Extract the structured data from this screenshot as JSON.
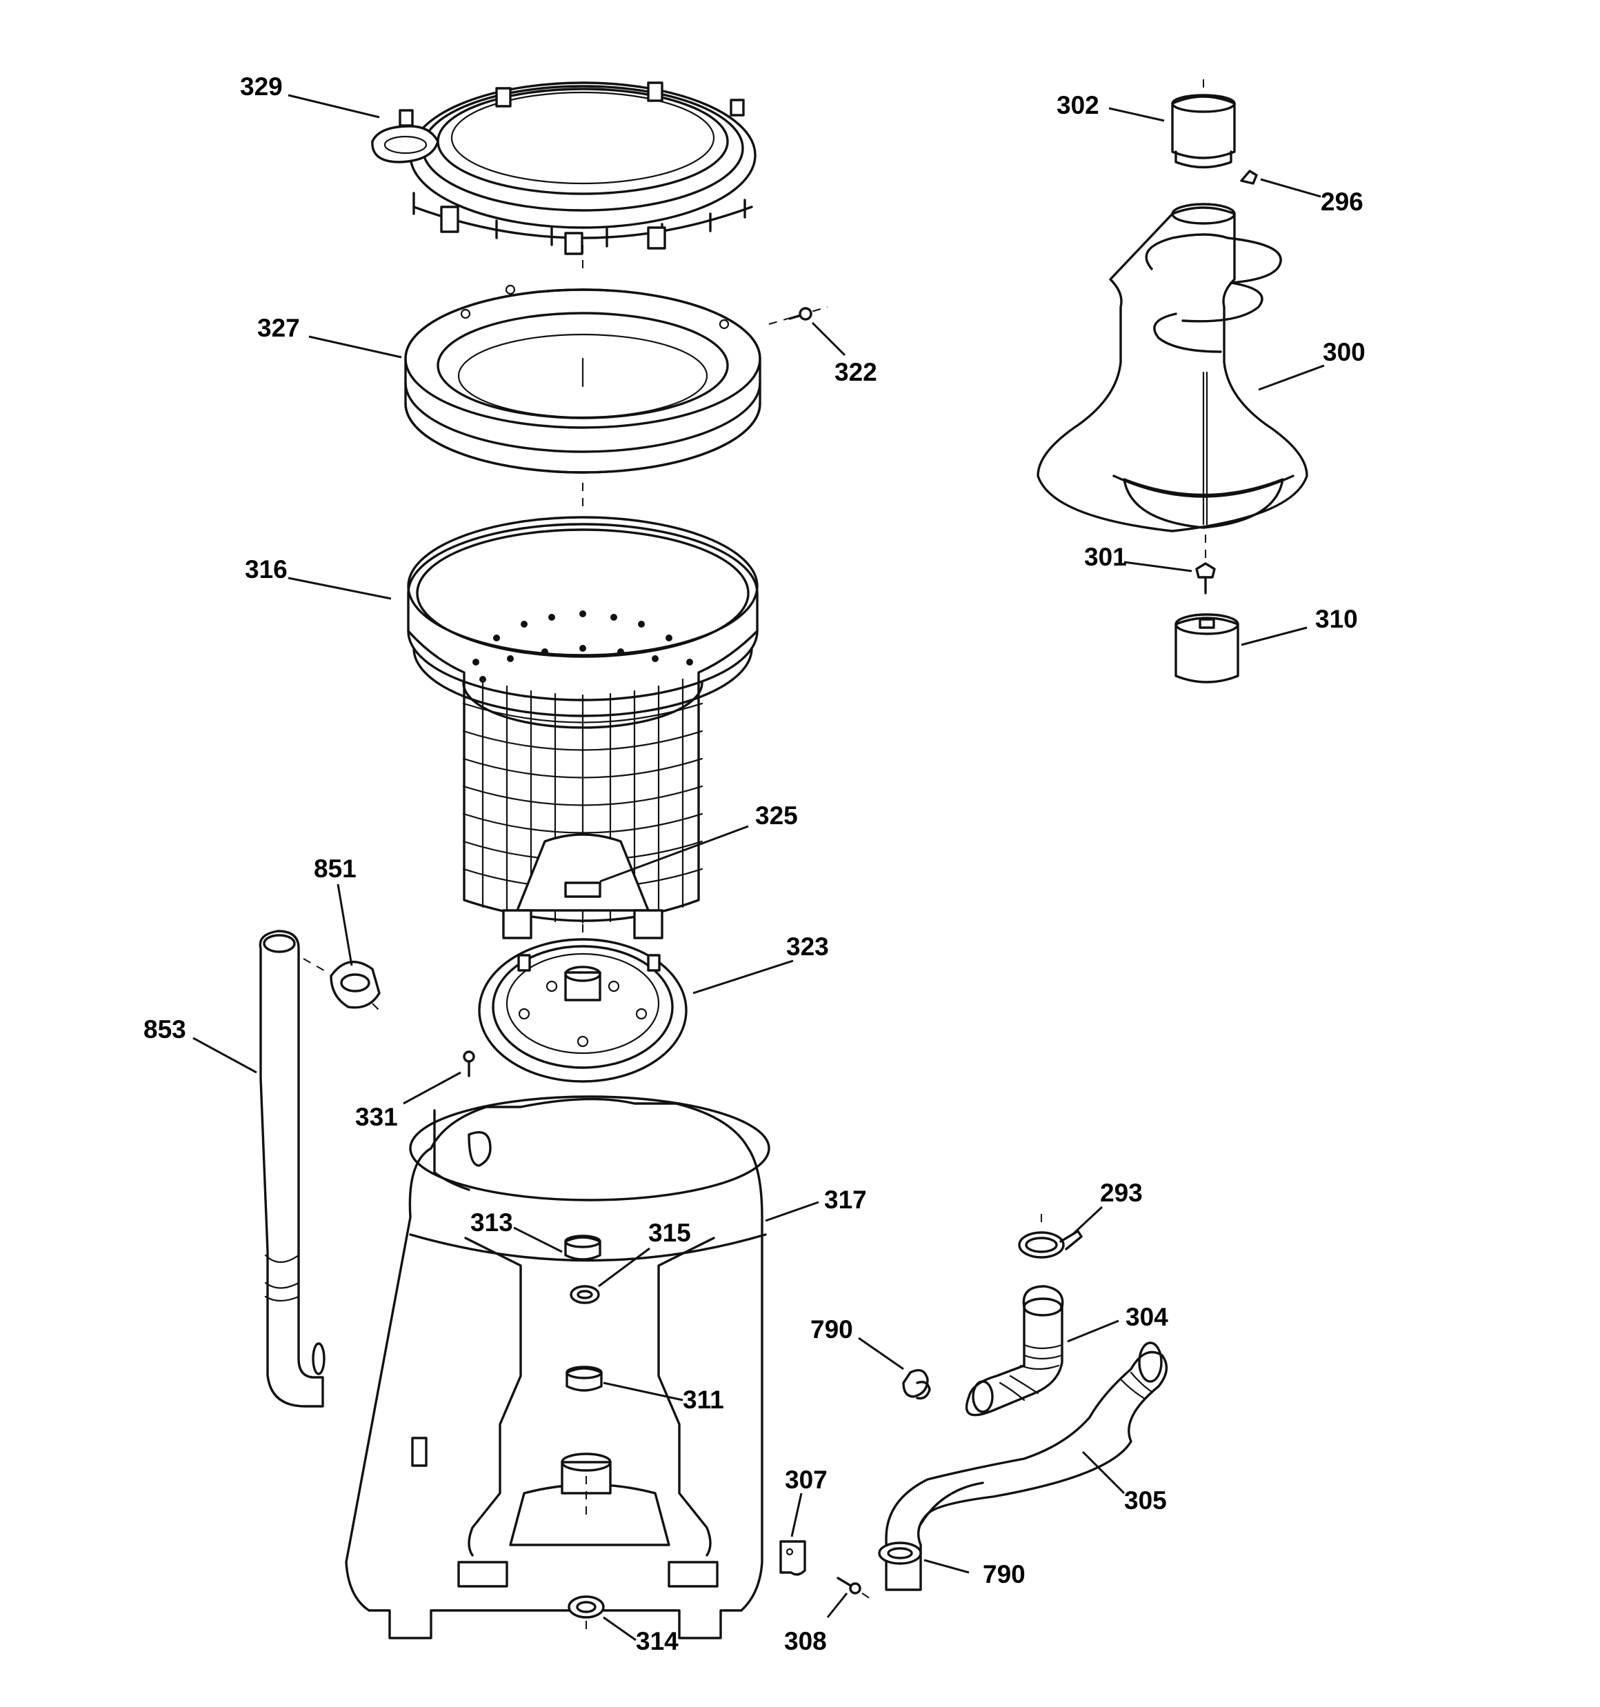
{
  "labels": {
    "p329": "329",
    "p327": "327",
    "p322": "322",
    "p316": "316",
    "p325": "325",
    "p851": "851",
    "p853": "853",
    "p323": "323",
    "p331": "331",
    "p317": "317",
    "p313": "313",
    "p315": "315",
    "p311": "311",
    "p314": "314",
    "p302": "302",
    "p296": "296",
    "p300": "300",
    "p301": "301",
    "p310": "310",
    "p293": "293",
    "p790a": "790",
    "p304": "304",
    "p305": "305",
    "p307": "307",
    "p790b": "790",
    "p308": "308"
  }
}
